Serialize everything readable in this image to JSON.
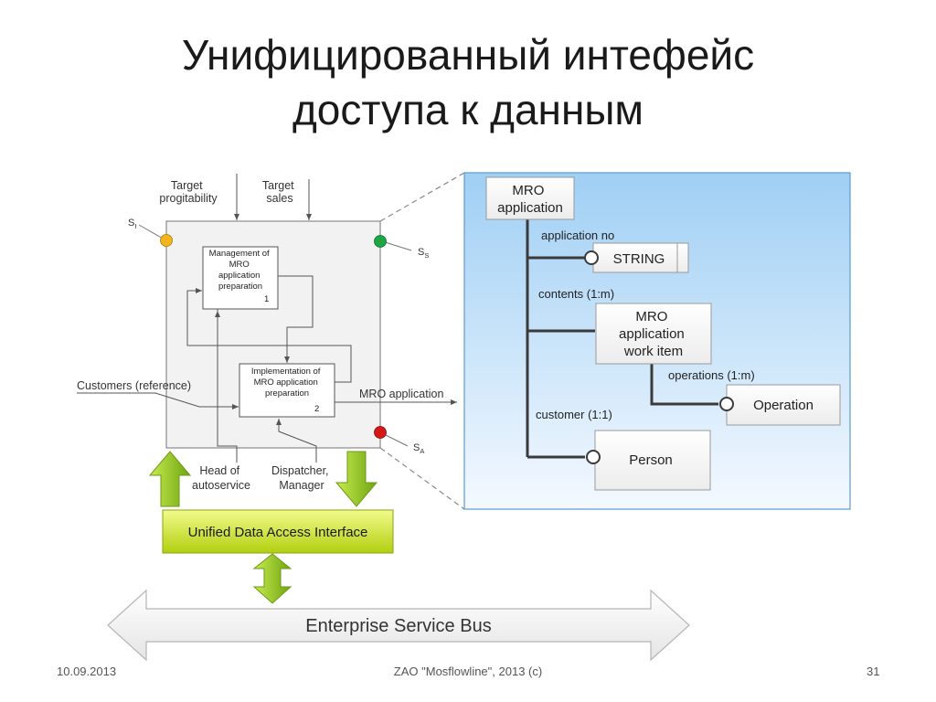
{
  "title": {
    "line1": "Унифицированный интефейс",
    "line2": "доступа к данным"
  },
  "idef0": {
    "controls": {
      "target_profitability": [
        "Target",
        "progitability"
      ],
      "target_sales": [
        "Target",
        "sales"
      ]
    },
    "states": {
      "s_i": {
        "base": "S",
        "sub": "I",
        "color": "#f2b51c"
      },
      "s_s": {
        "base": "S",
        "sub": "S",
        "color": "#1ea646"
      },
      "s_a": {
        "base": "S",
        "sub": "A",
        "color": "#d41818"
      }
    },
    "box1": {
      "lines": [
        "Management of",
        "MRO",
        "application",
        "preparation"
      ],
      "number": "1"
    },
    "box2": {
      "lines": [
        "Implementation of",
        "MRO application",
        "preparation"
      ],
      "number": "2"
    },
    "input": "Customers (reference)",
    "output": "MRO application",
    "mechanisms": {
      "head": [
        "Head of",
        "autoservice"
      ],
      "dispatcher": [
        "Dispatcher,",
        "Manager"
      ]
    }
  },
  "udai": {
    "label": "Unified Data Access Interface"
  },
  "esb": {
    "label": "Enterprise Service Bus"
  },
  "data_model": {
    "root": [
      "MRO",
      "application"
    ],
    "relations": {
      "application_no": "application no",
      "contents": "contents (1:m)",
      "operations": "operations (1:m)",
      "customer": "customer (1:1)"
    },
    "entities": {
      "string": "STRING",
      "work_item": [
        "MRO",
        "application",
        "work item"
      ],
      "operation": "Operation",
      "person": "Person"
    }
  },
  "footer": {
    "date": "10.09.2013",
    "copyright": "ZAO \"Mosflowline\", 2013 (c)",
    "page": "31"
  },
  "colors": {
    "panel_top": "#a9d4f5",
    "panel_bottom": "#ffffff",
    "udai_top": "#eaf76a",
    "udai_bottom": "#b7d415",
    "arrow_green": "#8bc21a"
  }
}
